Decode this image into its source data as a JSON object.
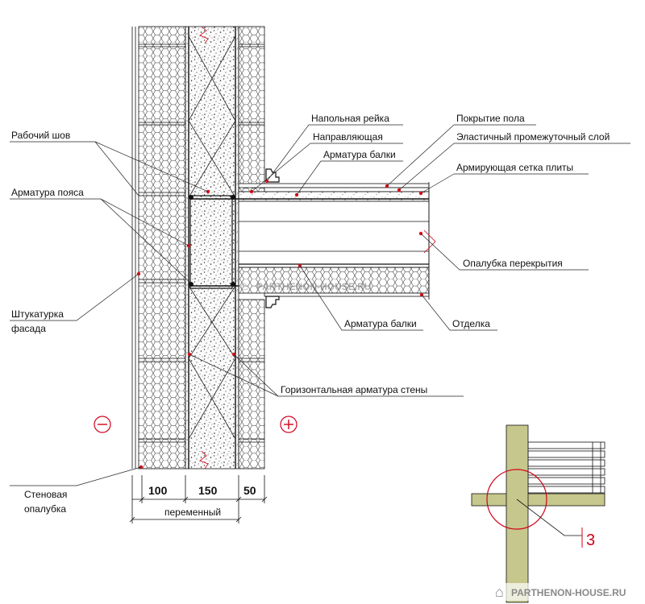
{
  "labels": {
    "working_seam": "Рабочий шов",
    "belt_rebar": "Арматура пояса",
    "facade_plaster_line1": "Штукатурка",
    "facade_plaster_line2": "фасада",
    "wall_formwork_line1": "Стеновая",
    "wall_formwork_line2": "опалубка",
    "floor_batten": "Напольная рейка",
    "guide": "Направляющая",
    "beam_rebar_top": "Арматура балки",
    "floor_covering": "Покрытие пола",
    "elastic_layer": "Эластичный промежуточный слой",
    "slab_mesh": "Армирующая сетка плиты",
    "slab_formwork": "Опалубка перекрытия",
    "beam_rebar_bottom": "Арматура балки",
    "finish": "Отделка",
    "horizontal_wall_rebar": "Горизонтальная арматура стены"
  },
  "dimensions": {
    "d1": "100",
    "d2": "150",
    "d3": "50",
    "variable": "переменный"
  },
  "signs": {
    "minus": "⊖",
    "plus": "⊕"
  },
  "inset": {
    "callout": "3"
  },
  "watermarks": {
    "center": "PARTHENON-HOUSE.RU",
    "bottom": "PARTHENON-HOUSE.RU"
  },
  "colors": {
    "accent_red": "#e0101a",
    "inset_wood": "#c6c78c",
    "inset_callout": "#d0021b"
  }
}
